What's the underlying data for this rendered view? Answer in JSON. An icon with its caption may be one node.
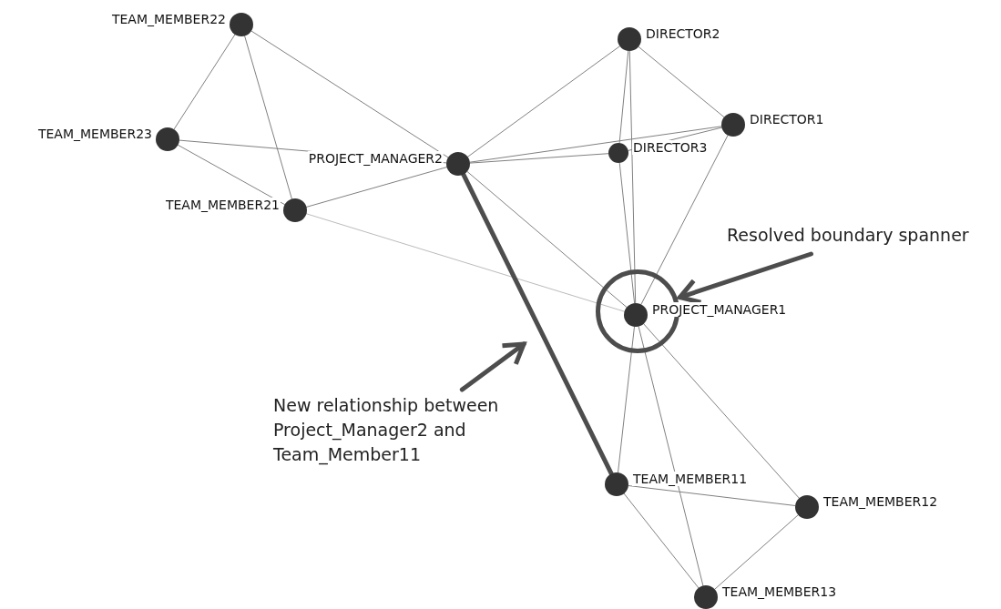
{
  "diagram": {
    "nodes": [
      {
        "text": [],
        "shape": "circle",
        "beside": [
          "TEAM_MEMBER22"
        ]
      },
      {
        "text": [],
        "shape": "circle",
        "beside": [
          "TEAM_MEMBER23"
        ]
      },
      {
        "text": [],
        "shape": "circle",
        "beside": [
          "PROJECT_MANAGER2"
        ]
      },
      {
        "text": [],
        "shape": "circle",
        "beside": [
          "TEAM_MEMBER21"
        ]
      },
      {
        "text": [],
        "shape": "circle",
        "beside": [
          "DIRECTOR2"
        ]
      },
      {
        "text": [],
        "shape": "circle",
        "beside": [
          "DIRECTOR1"
        ]
      },
      {
        "text": [],
        "shape": "circle",
        "beside": [
          "DIRECTOR3"
        ]
      },
      {
        "text": [
          "Resolved boundary spanner"
        ]
      },
      {
        "text": [],
        "shape": "circle"
      },
      {
        "text": [],
        "shape": "circle",
        "beside": [
          "PROJECT_MANAGER1"
        ],
        "in": 8
      },
      {
        "text": [
          "New relationship between Project_Manager2 and Team_Member11"
        ]
      },
      {
        "text": [],
        "shape": "circle",
        "beside": [
          "TEAM_MEMBER11"
        ]
      },
      {
        "text": [],
        "shape": "circle",
        "beside": [
          "TEAM_MEMBER12"
        ]
      },
      {
        "text": [],
        "shape": "circle",
        "beside": [
          "TEAM_MEMBER13"
        ]
      }
    ],
    "edges": [
      {
        "from": 0,
        "to": 1,
        "arrow": "none"
      },
      {
        "from": 0,
        "to": 3,
        "arrow": "none"
      },
      {
        "from": 0,
        "to": 2,
        "arrow": "none"
      },
      {
        "from": 1,
        "to": 2,
        "arrow": "none"
      },
      {
        "from": 1,
        "to": 3,
        "arrow": "none"
      },
      {
        "from": 3,
        "to": 2,
        "arrow": "none"
      },
      {
        "from": 3,
        "to": 9,
        "arrow": "none",
        "color": "#bbbbbb"
      },
      {
        "from": 2,
        "to": 4,
        "arrow": "none"
      },
      {
        "from": 2,
        "to": 5,
        "arrow": "none"
      },
      {
        "from": 2,
        "to": 6,
        "arrow": "none"
      },
      {
        "from": 2,
        "to": 9,
        "arrow": "none"
      },
      {
        "from": 2,
        "to": 11,
        "arrow": "none",
        "style": "thick",
        "color": "#4d4d4d"
      },
      {
        "from": 4,
        "to": 5,
        "arrow": "none"
      },
      {
        "from": 4,
        "to": 6,
        "arrow": "none"
      },
      {
        "from": 4,
        "to": 9,
        "arrow": "none"
      },
      {
        "from": 5,
        "to": 6,
        "arrow": "none"
      },
      {
        "from": 5,
        "to": 9,
        "arrow": "none"
      },
      {
        "from": 6,
        "to": 9,
        "arrow": "none"
      },
      {
        "from": 7,
        "to": 8,
        "arrow": "to",
        "style": "thick",
        "color": "#4d4d4d"
      },
      {
        "from": 10,
        "to": null,
        "arrow": "to",
        "style": "thick",
        "color": "#4d4d4d"
      },
      {
        "from": 9,
        "to": 11,
        "arrow": "none"
      },
      {
        "from": 9,
        "to": 12,
        "arrow": "none"
      },
      {
        "from": 9,
        "to": 13,
        "arrow": "none"
      },
      {
        "from": 11,
        "to": 12,
        "arrow": "none"
      },
      {
        "from": 11,
        "to": 13,
        "arrow": "none"
      },
      {
        "from": 12,
        "to": 13,
        "arrow": "none"
      }
    ]
  }
}
